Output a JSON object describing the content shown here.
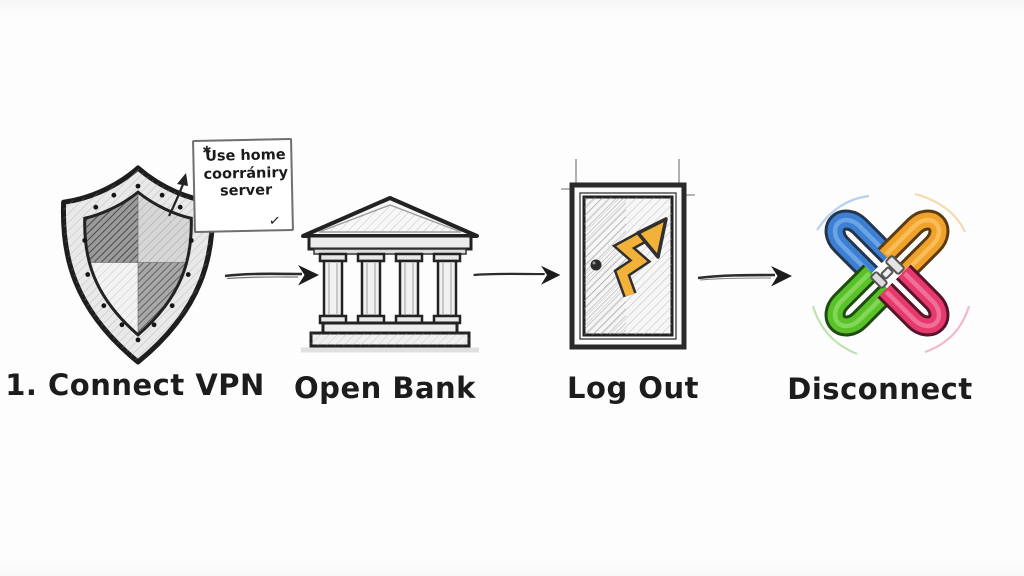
{
  "scene": {
    "background": "#fdfdfd",
    "ink": "#1c1c1c"
  },
  "note": {
    "pin_icon": "✱",
    "lines": [
      "Use home",
      "coorrániry",
      "server"
    ],
    "checkmark": "✓"
  },
  "steps": [
    {
      "label": "1. Connect VPN",
      "icon": "shield-icon"
    },
    {
      "label": "Open Bank",
      "icon": "bank-icon"
    },
    {
      "label": "Log Out",
      "icon": "door-exit-icon"
    },
    {
      "label": "Disconnect",
      "icon": "broken-chain-icon"
    }
  ],
  "colors": {
    "link_blue": "#3d7fd3",
    "link_orange": "#f0a22a",
    "link_green": "#59c228",
    "link_pink": "#e8396d",
    "door_arrow_yellow": "#f2b23a",
    "pencil_gray": "#2e2e2e"
  }
}
